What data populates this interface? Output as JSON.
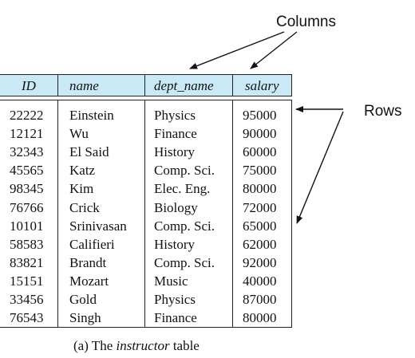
{
  "annotations": {
    "columns_label": "Columns",
    "rows_label": "Rows"
  },
  "table": {
    "columns": [
      "ID",
      "name",
      "dept_name",
      "salary"
    ],
    "rows": [
      [
        "22222",
        "Einstein",
        "Physics",
        "95000"
      ],
      [
        "12121",
        "Wu",
        "Finance",
        "90000"
      ],
      [
        "32343",
        "El Said",
        "History",
        "60000"
      ],
      [
        "45565",
        "Katz",
        "Comp. Sci.",
        "75000"
      ],
      [
        "98345",
        "Kim",
        "Elec. Eng.",
        "80000"
      ],
      [
        "76766",
        "Crick",
        "Biology",
        "72000"
      ],
      [
        "10101",
        "Srinivasan",
        "Comp. Sci.",
        "65000"
      ],
      [
        "58583",
        "Califieri",
        "History",
        "62000"
      ],
      [
        "83821",
        "Brandt",
        "Comp. Sci.",
        "92000"
      ],
      [
        "15151",
        "Mozart",
        "Music",
        "40000"
      ],
      [
        "33456",
        "Gold",
        "Physics",
        "87000"
      ],
      [
        "76543",
        "Singh",
        "Finance",
        "80000"
      ]
    ]
  },
  "caption": {
    "prefix": "(a) The ",
    "emphasis": "instructor",
    "suffix": " table"
  }
}
